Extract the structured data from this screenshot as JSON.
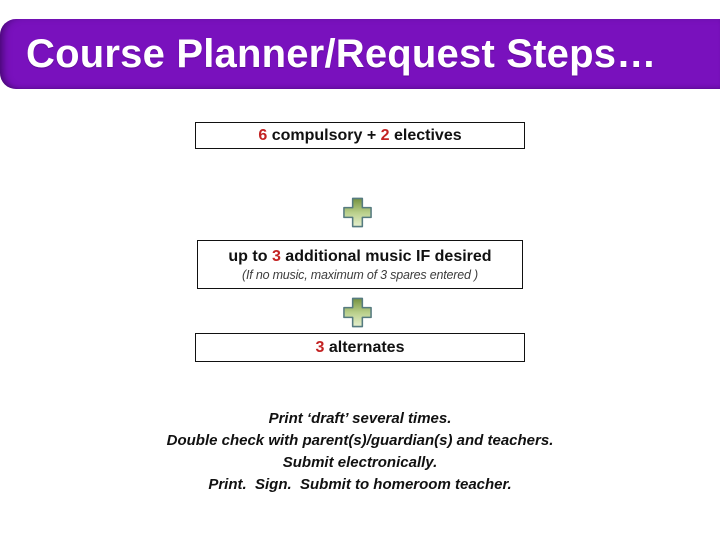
{
  "title": "Course Planner/Request Steps…",
  "colors": {
    "banner": "#7911BD",
    "accent_red": "#C32222",
    "plus_green_dark": "#7C9A45",
    "plus_green_light": "#E4EFC8",
    "plus_outline": "#567B80"
  },
  "step1": {
    "num1": "6",
    "text1": " compulsory + ",
    "num2": "2",
    "text2": " electives"
  },
  "step2": {
    "pre": "up to ",
    "num": "3",
    "post": " additional music IF desired",
    "note": "(If no music, maximum of 3 spares entered )"
  },
  "step3": {
    "num": "3",
    "text": " alternates"
  },
  "icons": {
    "connector": "plus-icon"
  },
  "footer": {
    "lines": [
      "Print ‘draft’ several times.",
      "Double check with parent(s)/guardian(s) and teachers.",
      "Submit electronically.",
      "Print.  Sign.  Submit to homeroom teacher."
    ]
  }
}
